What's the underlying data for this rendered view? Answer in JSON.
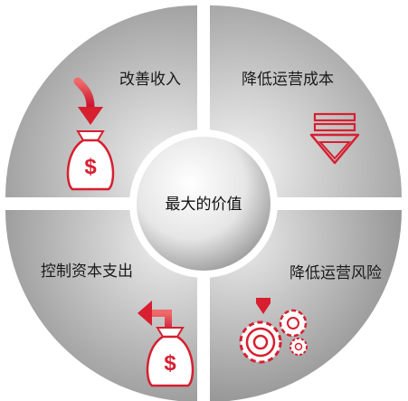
{
  "center": {
    "label": "最大的价值"
  },
  "quadrants": {
    "top_left": {
      "label": "改善收入",
      "icon": "money-bag-icon"
    },
    "top_right": {
      "label": "降低运营成本",
      "icon": "down-chevron-icon"
    },
    "bottom_left": {
      "label": "控制资本支出",
      "icon": "money-bag-icon"
    },
    "bottom_right": {
      "label": "降低运营风险",
      "icon": "gears-icon"
    }
  },
  "colors": {
    "accent_red": "#d71f30",
    "quadrant_light": "#d6d6d6",
    "quadrant_dark": "#a8a8a8"
  }
}
